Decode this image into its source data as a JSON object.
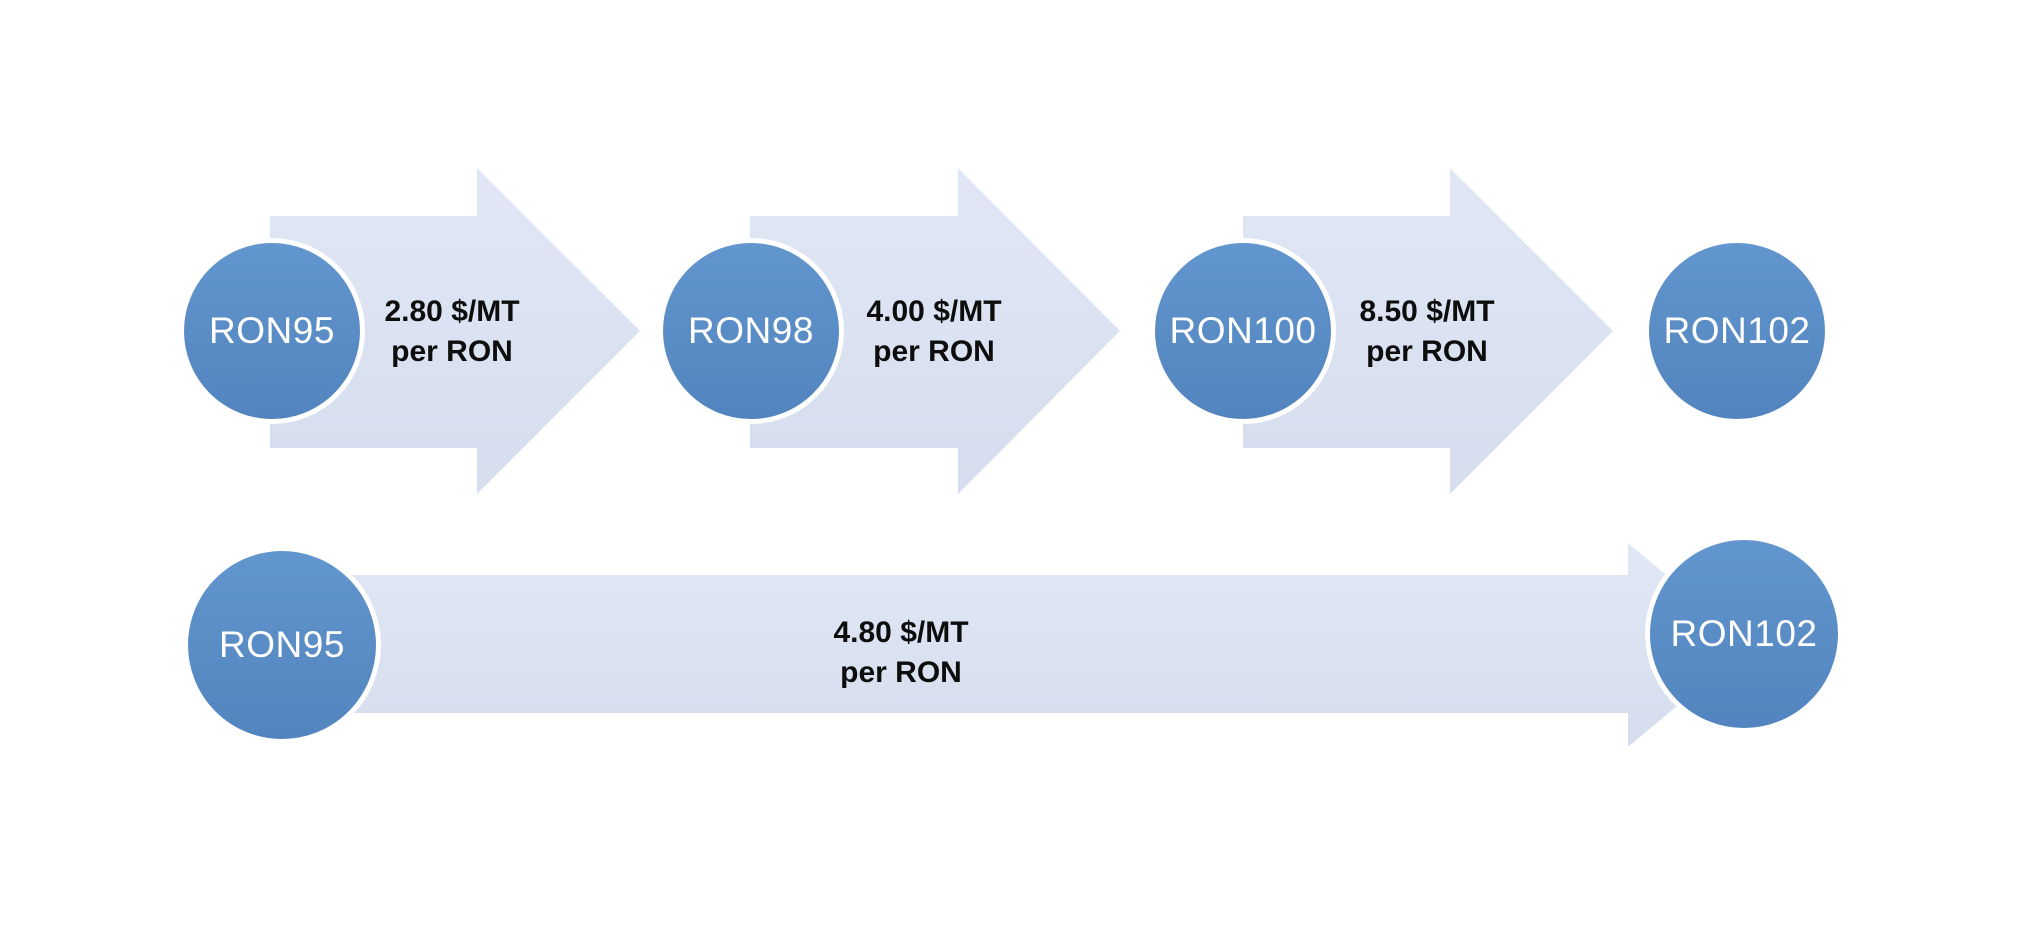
{
  "colors": {
    "background": "#ffffff",
    "node_fill": "#5b8dc6",
    "node_border": "#ffffff",
    "node_text": "#ffffff",
    "arrow_fill": "#d9e1f2",
    "arrow_text": "#0d0d0d"
  },
  "top_chain": {
    "nodes": [
      {
        "label": "RON95"
      },
      {
        "label": "RON98"
      },
      {
        "label": "RON100"
      },
      {
        "label": "RON102"
      }
    ],
    "arrows": [
      {
        "line1": "2.80 $/MT",
        "line2": "per RON"
      },
      {
        "line1": "4.00 $/MT",
        "line2": "per RON"
      },
      {
        "line1": "8.50 $/MT",
        "line2": "per RON"
      }
    ]
  },
  "bottom_chain": {
    "nodes": [
      {
        "label": "RON95"
      },
      {
        "label": "RON102"
      }
    ],
    "arrows": [
      {
        "line1": "4.80 $/MT",
        "line2": "per RON"
      }
    ]
  }
}
